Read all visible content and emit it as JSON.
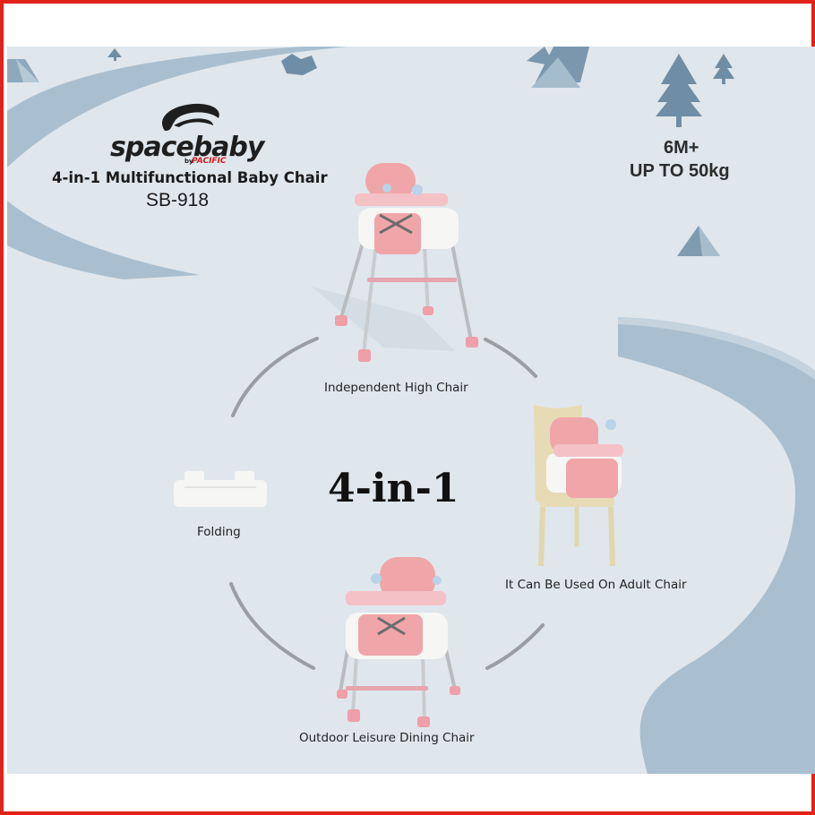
{
  "brand": {
    "name": "spacebaby",
    "by": "by",
    "sub_brand": "PACIFIC"
  },
  "product": {
    "name": "4-in-1 Multifunctional Baby Chair",
    "model": "SB-918"
  },
  "specs": {
    "age": "6M+",
    "weight": "UP TO 50kg"
  },
  "center_title": "4-in-1",
  "modes": [
    {
      "label": "Independent High Chair"
    },
    {
      "label": "Folding"
    },
    {
      "label": "It Can Be Used On Adult Chair"
    },
    {
      "label": "Outdoor Leisure Dining Chair"
    }
  ],
  "colors": {
    "frame_border": "#e2231a",
    "background": "#dfe6ec",
    "road": "#a9bfcf",
    "chair_pink": "#f0a6a8",
    "chair_white": "#f6f6f4",
    "tree": "#6f8ea5"
  }
}
